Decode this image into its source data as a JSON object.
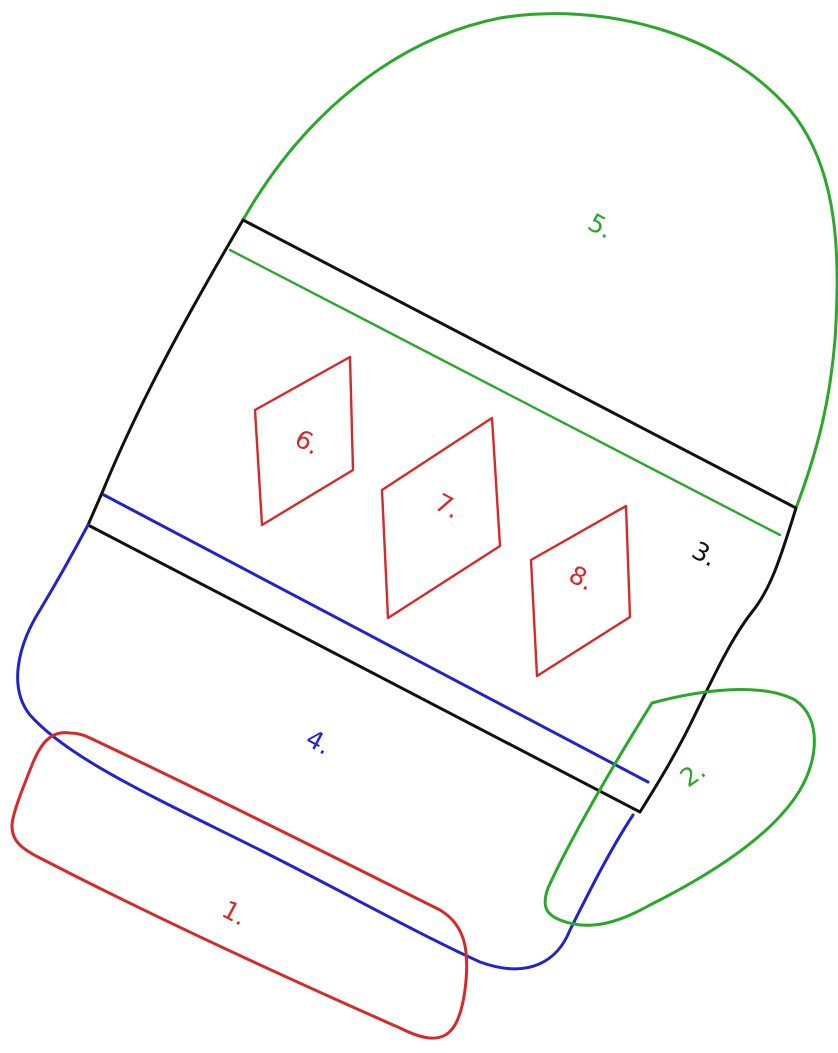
{
  "colors": {
    "red": "#d62a2a",
    "green": "#2aa82a",
    "blue": "#2323cc",
    "black": "#111111",
    "background": "#ffffff"
  },
  "pieces": [
    {
      "id": "cuff",
      "label": "1.",
      "color": "#d62a2a"
    },
    {
      "id": "thumb",
      "label": "2.",
      "color": "#2aa82a"
    },
    {
      "id": "center-band",
      "label": "3.",
      "color": "#111111"
    },
    {
      "id": "lower-mitten",
      "label": "4.",
      "color": "#2323cc"
    },
    {
      "id": "mitten-top",
      "label": "5.",
      "color": "#2aa82a"
    },
    {
      "id": "diamond-left",
      "label": "6.",
      "color": "#d62a2a"
    },
    {
      "id": "diamond-middle",
      "label": "7.",
      "color": "#d62a2a"
    },
    {
      "id": "diamond-right",
      "label": "8.",
      "color": "#d62a2a"
    }
  ]
}
